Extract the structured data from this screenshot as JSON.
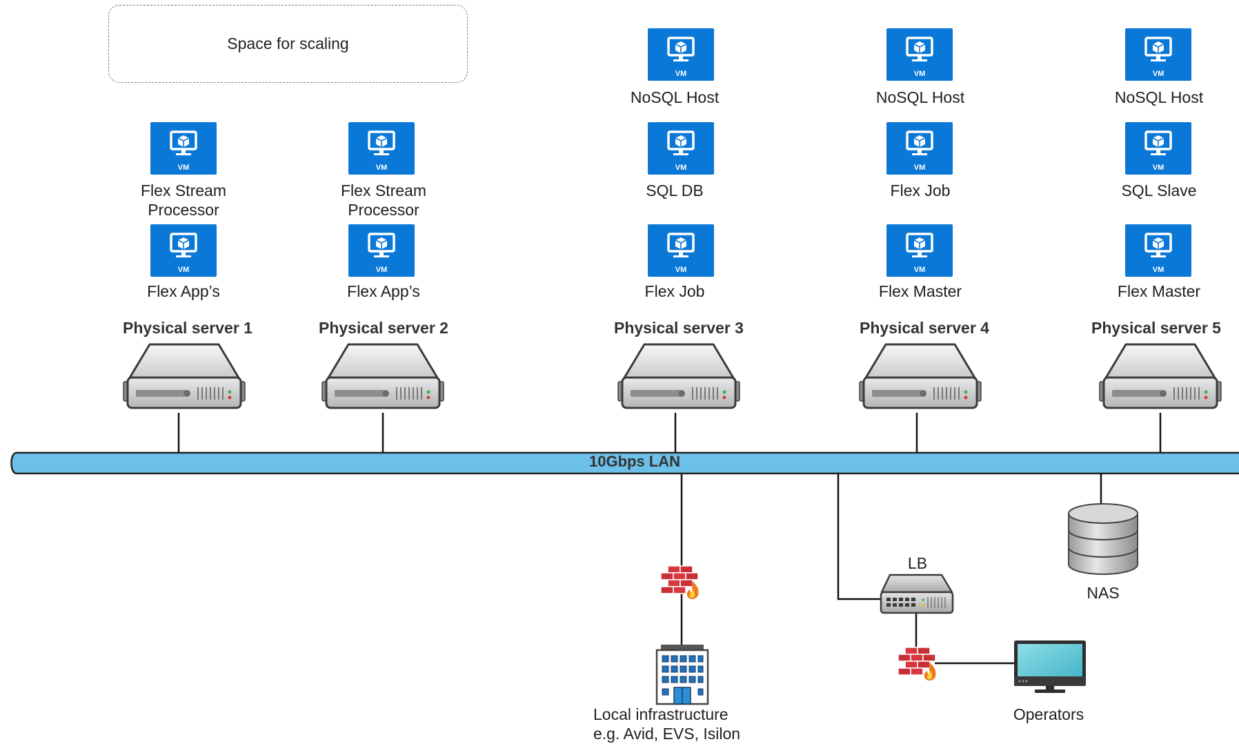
{
  "scaling_box": {
    "label": "Space for scaling"
  },
  "servers": [
    {
      "name": "Physical server 1",
      "vms": [
        "Flex App’s",
        "Flex Stream\nProcessor"
      ]
    },
    {
      "name": "Physical server 2",
      "vms": [
        "Flex App’s",
        "Flex Stream\nProcessor"
      ]
    },
    {
      "name": "Physical server 3",
      "vms": [
        "Flex Job",
        "SQL DB",
        "NoSQL Host"
      ]
    },
    {
      "name": "Physical server 4",
      "vms": [
        "Flex Master",
        "Flex Job",
        "NoSQL Host"
      ]
    },
    {
      "name": "Physical server 5",
      "vms": [
        "Flex Master",
        "SQL Slave",
        "NoSQL Host"
      ]
    }
  ],
  "vm_badge": "VM",
  "lan": {
    "label": "10Gbps LAN"
  },
  "nodes": {
    "nas": "NAS",
    "lb": "LB",
    "operators": "Operators",
    "local_infra_line1": "Local infrastructure",
    "local_infra_line2": "e.g. Avid, EVS, Isilon"
  },
  "colors": {
    "vm_tile": "#0a78d7",
    "lan_fill": "#6dc0e9",
    "firewall": "#d9363e",
    "monitor_screen": "#5cc7d6"
  }
}
